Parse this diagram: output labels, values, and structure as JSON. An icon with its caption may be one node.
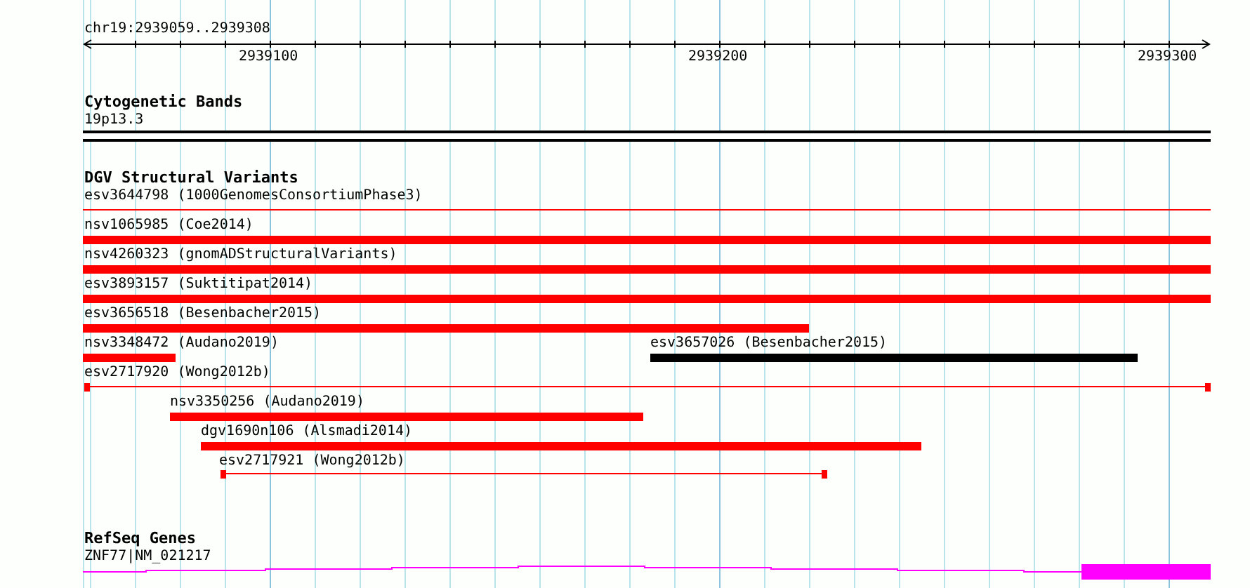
{
  "diagram": {
    "nodes": [
      {
        "text": [
          "19p13.3"
        ]
      },
      {
        "text": [
          "esv3644798 (1000GenomesConsortiumPhase3)"
        ]
      },
      {
        "text": [
          "nsv1065985 (Coe2014)"
        ]
      },
      {
        "text": [
          "nsv4260323 (gnomADStructuralVariants)"
        ]
      },
      {
        "text": [
          "esv3893157 (Suktitipat2014)"
        ]
      },
      {
        "text": [
          "esv3656518 (Besenbacher2015)"
        ]
      },
      {
        "text": [
          "nsv3348472 (Audano2019)"
        ]
      },
      {
        "text": [
          "esv3657026 (Besenbacher2015)"
        ]
      },
      {
        "text": [
          "esv2717920 (Wong2012b)"
        ]
      },
      {
        "text": [
          "nsv3350256 (Audano2019)"
        ]
      },
      {
        "text": [
          "dgv1690n106 (Alsmadi2014)"
        ]
      },
      {
        "text": [
          "esv2717921 (Wong2012b)"
        ]
      },
      {
        "text": [
          "ZNF77|NM_021217"
        ]
      }
    ],
    "edges": [],
    "labels": [
      "chr19:2939059..2939308",
      "2939100",
      "2939200",
      "2939300",
      "Cytogenetic Bands",
      "DGV Structural Variants",
      "RefSeq Genes"
    ]
  }
}
